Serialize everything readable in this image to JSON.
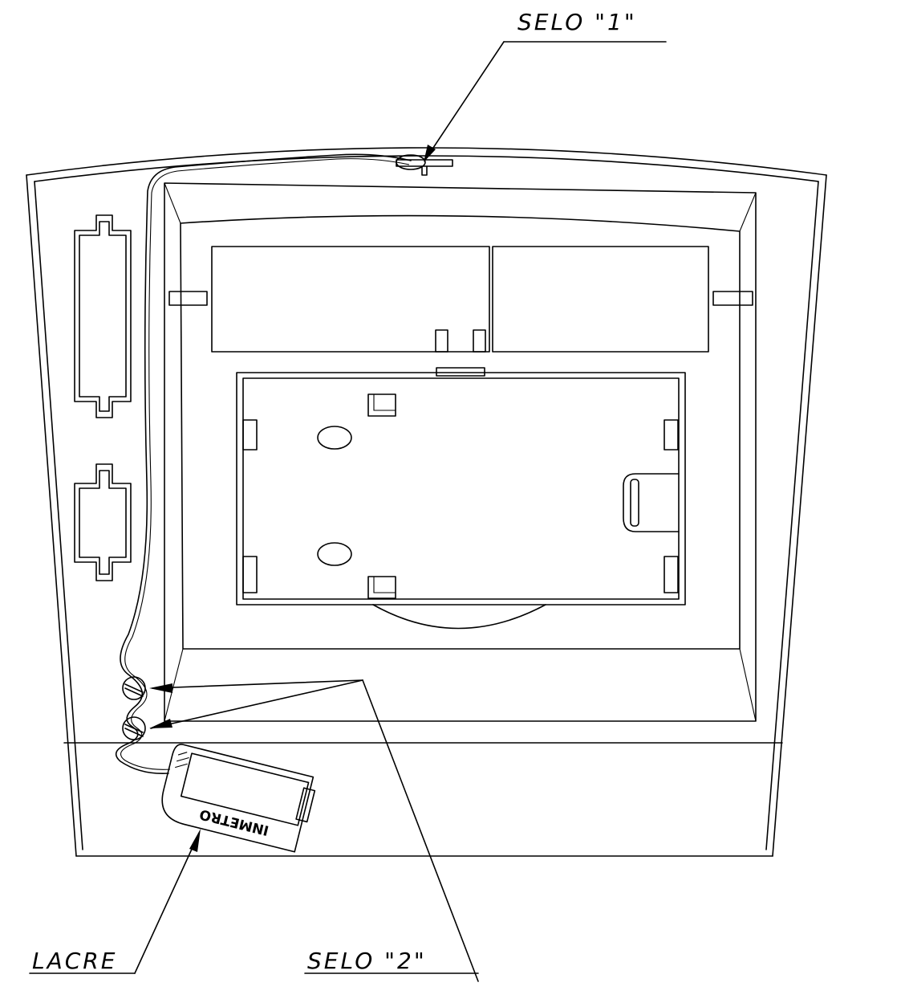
{
  "labels": {
    "selo1": "SELO  \"1\"",
    "selo2": "SELO  \"2\"",
    "lacre": "LACRE",
    "brand": "INMETRO"
  }
}
